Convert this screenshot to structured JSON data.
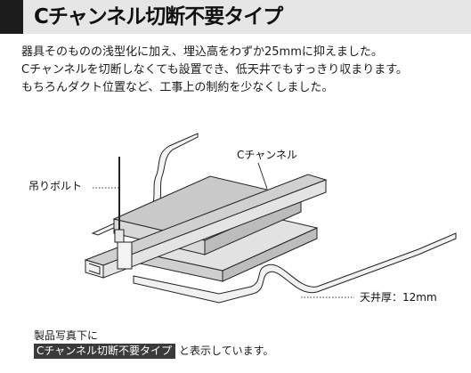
{
  "header": {
    "title": "Cチャンネル切断不要タイプ"
  },
  "intro": {
    "lines": [
      "器具そのものの浅型化に加え、埋込高をわずか25mmに抑えました。",
      "Cチャンネルを切断しなくても設置でき、低天井でもすっきり収まります。",
      "もちろんダクト位置など、工事上の制約を少なくしました。"
    ]
  },
  "illustration": {
    "label_bolt": "吊りボルト",
    "label_channel": "Cチャンネル",
    "label_thickness": "天井厚：12mm"
  },
  "caption": {
    "line1": "製品写真下に",
    "badge": "Cチャンネル切断不要タイプ",
    "suffix": "と表示しています。"
  },
  "colors": {
    "title_bar_bg": "#e6e6e6",
    "title_block": "#1c1c1c",
    "badge_bg": "#3a3a3a",
    "fixture_light": "#e2e2e2",
    "fixture_top": "#c9c9c9"
  }
}
